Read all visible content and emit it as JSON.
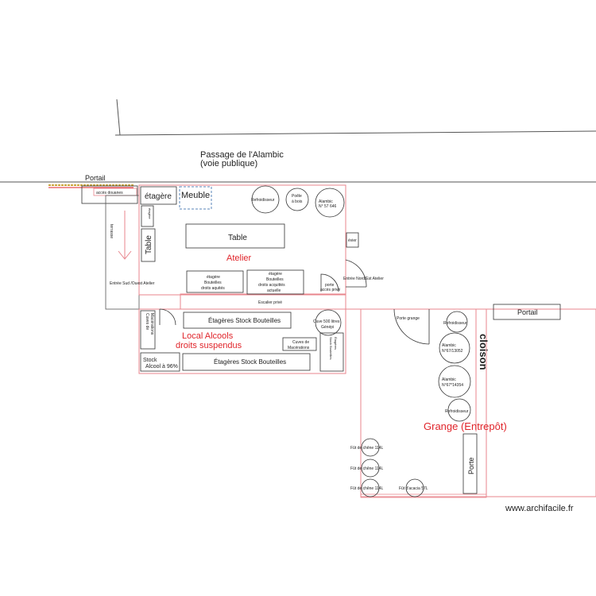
{
  "plan": {
    "road_label_line1": "Passage de l'Alambic",
    "road_label_line2": "(voie publique)",
    "portail_top": "Portail",
    "acces_douanes": "accès douanes",
    "terrasse": "terrasse",
    "entree_sud_ouest": "Entrée Sud /Ouest Atelier",
    "etagere_top": "étagère",
    "meuble": "Meuble",
    "etagere_small": "étagère",
    "table_vertical": "Table",
    "table_center": "Table",
    "atelier": "Atelier",
    "refroidisseur_atelier": "Refroidisseur",
    "poele_line1": "Poêle",
    "poele_line2": "à bois",
    "alambic_atelier_line1": "Alambic",
    "alambic_atelier_line2": "N° 57 646",
    "evier": "évier",
    "entree_nord_est": "Entrée Nord/Est Atelier",
    "porte_acces_line1": "porte",
    "porte_acces_line2": "accès privé",
    "etagere_aquittes_line1": "étagère",
    "etagere_aquittes_line2": "Bouteilles",
    "etagere_aquittes_line3": "droits aquités",
    "etagere_actuelle_line1": "étagère",
    "etagere_actuelle_line2": "Bouteilles",
    "etagere_actuelle_line3": "droits acquittés",
    "etagere_actuelle_line4": "actuelle",
    "escalier_prive": "Escalier privé",
    "cuves_macerations_vertical_line1": "Cuves de",
    "cuves_macerations_vertical_line2": "Macérations",
    "etageres_stock_top": "Étagères Stock Bouteilles",
    "cuve_500_line1": "Cuve 500 litres",
    "cuve_500_line2": "Génépi",
    "local_alcools_line1": "Local Alcools",
    "local_alcools_line2": "droits suspendus",
    "cuves_macerations_line1": "Cuves de",
    "cuves_macerations_line2": "Macérations",
    "etageres_stock_vertical_line1": "Étagères",
    "etageres_stock_vertical_line2": "Stock Bouteilles",
    "stock_alcool_line1": "Stock",
    "stock_alcool_line2": "Alcool à 96%",
    "etageres_stock_bottom": "Étagères Stock Bouteilles",
    "porte_grange": "Porte grange",
    "refroidisseur_grange_top": "Refroidisseur",
    "portail_right": "Portail",
    "cloison": "cloison",
    "alambic_1_line1": "Alambic",
    "alambic_1_line2": "N°67/13052",
    "alambic_2_line1": "Alambic",
    "alambic_2_line2": "N°67*14354",
    "refroidisseur_grange_bottom": "Refroidisseur",
    "grange": "Grange (Entrepôt)",
    "fut_chene_1": "Fût de chêne 114L",
    "fut_chene_2": "Fût de chêne 114L",
    "fut_chene_3": "Fût de chêne 114L",
    "fut_acacia": "Fût d'acacia 57L",
    "porte_right": "Porte",
    "watermark": "www.archifacile.fr"
  },
  "colors": {
    "wall": "#e8858d",
    "outline": "#333333",
    "label_red": "#e0242a",
    "dashed_blue": "#5a86b8"
  }
}
